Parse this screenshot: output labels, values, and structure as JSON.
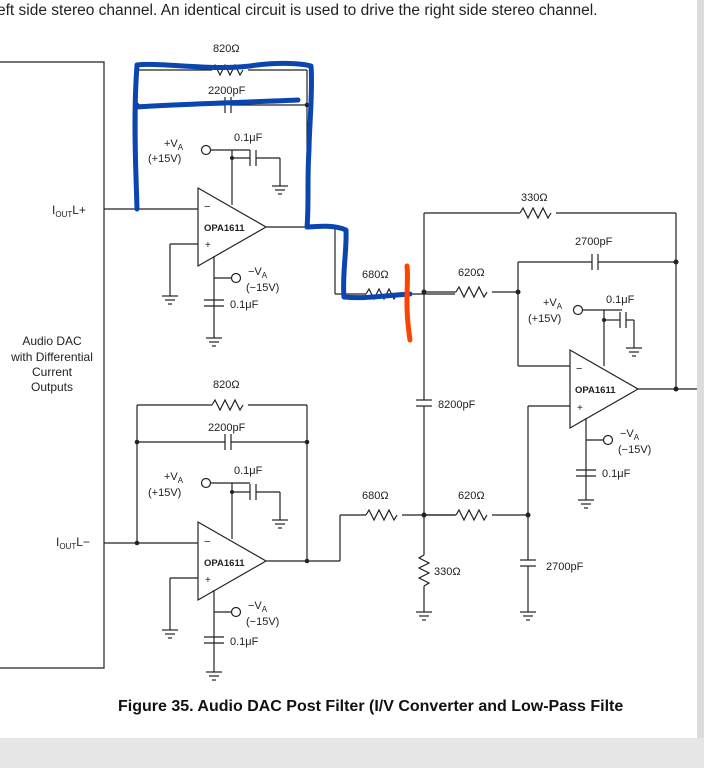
{
  "page": {
    "header_text": "eft side stereo channel. An identical circuit is used to drive the right side stereo channel.",
    "caption": "Figure 35.  Audio DAC Post Filter (I/V Converter and Low-Pass Filte"
  },
  "dac": {
    "line1": "Audio DAC",
    "line2": "with Differential",
    "line3": "Current",
    "line4": "Outputs",
    "pin_plus_main": "I",
    "pin_plus_sub": "OUT",
    "pin_plus_suffix": "L+",
    "pin_minus_main": "I",
    "pin_minus_sub": "OUT",
    "pin_minus_suffix": "L−"
  },
  "components": {
    "r_820_a": "820Ω",
    "c_2200_a": "2200pF",
    "r_820_b": "820Ω",
    "c_2200_b": "2200pF",
    "r_680_a": "680Ω",
    "r_680_b": "680Ω",
    "r_620_a": "620Ω",
    "r_620_b": "620Ω",
    "r_330_top": "330Ω",
    "r_330_bottom": "330Ω",
    "c_2700_top": "2700pF",
    "c_2700_bottom": "2700pF",
    "c_8200": "8200pF"
  },
  "opamps": {
    "u1": "OPA1611",
    "u2": "OPA1611",
    "u3": "OPA1611"
  },
  "supply": {
    "vplus_main": "+V",
    "vplus_sub": "A",
    "vplus_val": "(+15V)",
    "vminus_main": "−V",
    "vminus_sub": "A",
    "vminus_val": "(−15V)",
    "decoupling": "0.1μF",
    "in_minus": "−",
    "in_plus": "+"
  },
  "annotation_colors": {
    "blue": "#0a45b0",
    "red": "#ff4400"
  }
}
